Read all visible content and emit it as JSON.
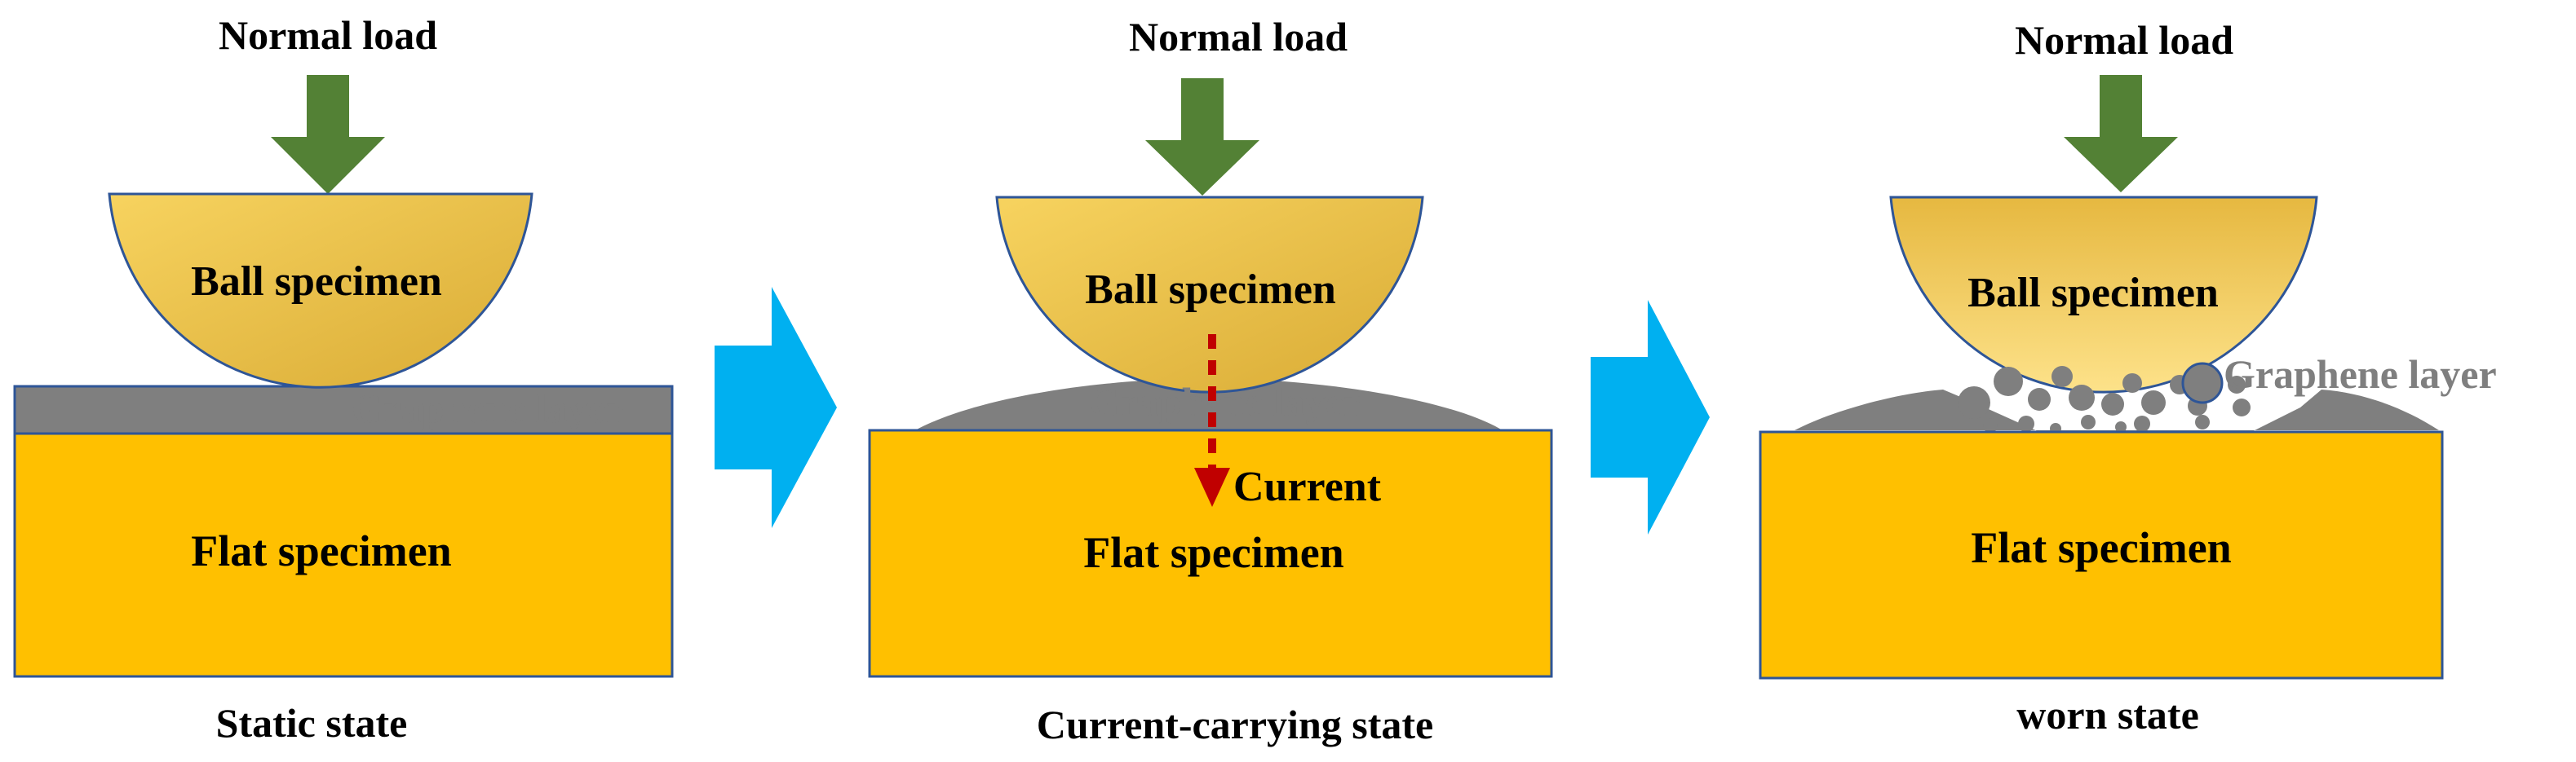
{
  "colors": {
    "flat": "#ffc000",
    "flat_border": "#2e5597",
    "ball_light": "#f7d35f",
    "ball_dark": "#d9ab35",
    "ball_border": "#2e5597",
    "graphene": "#7f7f7f",
    "load_arrow": "#538135",
    "state_arrow": "#00b0f0",
    "current_arrow": "#c00000",
    "text": "#000000",
    "graphene_text": "#7f7f7f"
  },
  "panels": {
    "static": {
      "load": "Normal load",
      "ball": "Ball specimen",
      "graphene": "Graphene layer",
      "flat": "Flat specimen",
      "caption": "Static state"
    },
    "current": {
      "load": "Normal load",
      "ball": "Ball specimen",
      "graphene": "Graphene layer",
      "current": "Current",
      "flat": "Flat specimen",
      "caption": "Current-carrying state"
    },
    "worn": {
      "load": "Normal load",
      "ball": "Ball specimen",
      "graphene": "Graphene layer",
      "flat": "Flat specimen",
      "caption": "worn state"
    }
  }
}
